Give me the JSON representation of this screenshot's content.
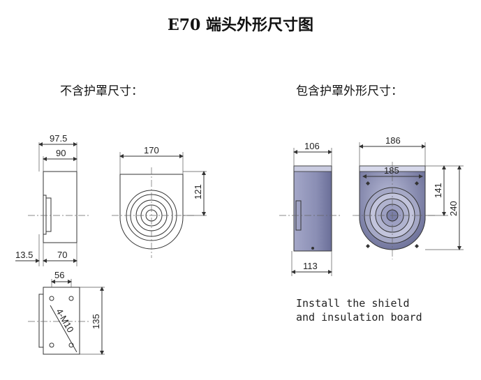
{
  "title": "E70 端头外形尺寸图",
  "left_heading": "不含护罩尺寸：",
  "right_heading": "包含护罩外形尺寸：",
  "note_line1": "Install the shield",
  "note_line2": "and insulation board",
  "dims": {
    "d97_5": "97.5",
    "d90": "90",
    "d170": "170",
    "d121": "121",
    "d13_5": "13.5",
    "d70": "70",
    "d56": "56",
    "d135": "135",
    "d4m10": "4-M10",
    "d106": "106",
    "d186": "186",
    "d185": "185",
    "d141": "141",
    "d240": "240",
    "d113": "113"
  },
  "colors": {
    "housing_fill": "#8e92b8",
    "housing_dark": "#5e6390",
    "line": "#333333"
  }
}
